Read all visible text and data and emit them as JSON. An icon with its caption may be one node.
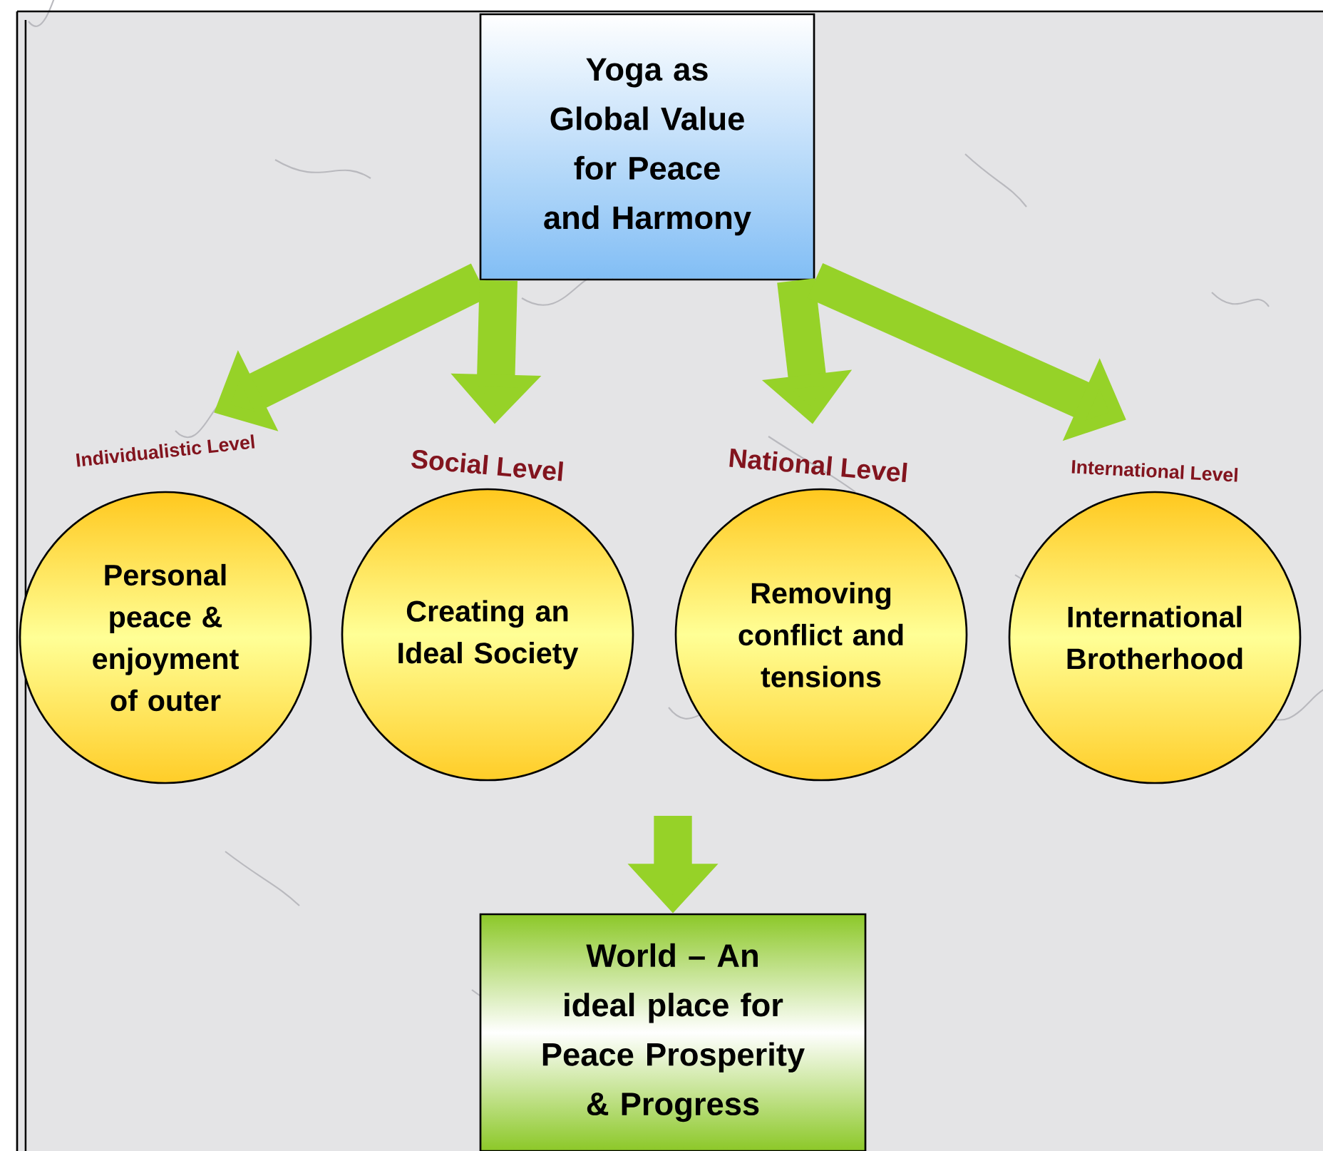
{
  "diagram": {
    "nodes": [
      {
        "text": [
          "Yoga as Global Value for Peace and Harmony"
        ]
      },
      {
        "text": [
          "Personal peace & enjoyment of outer"
        ],
        "beside": [
          "Individualistic Level"
        ]
      },
      {
        "text": [
          "Creating an Ideal Society"
        ],
        "beside": [
          "Social Level"
        ]
      },
      {
        "text": [
          "Removing conflict and tensions"
        ],
        "beside": [
          "National Level"
        ]
      },
      {
        "text": [
          "International Brotherhood"
        ],
        "beside": [
          "International Level"
        ]
      },
      {
        "text": [
          "World – An ideal place for Peace Prosperity & Progress"
        ]
      }
    ],
    "edges": [
      {
        "from": 0,
        "to": 1,
        "arrow": "to"
      },
      {
        "from": 0,
        "to": 2,
        "arrow": "to"
      },
      {
        "from": 0,
        "to": 3,
        "arrow": "to"
      },
      {
        "from": 0,
        "to": 4,
        "arrow": "to"
      },
      {
        "from": null,
        "to": 5,
        "arrow": "to"
      }
    ]
  }
}
